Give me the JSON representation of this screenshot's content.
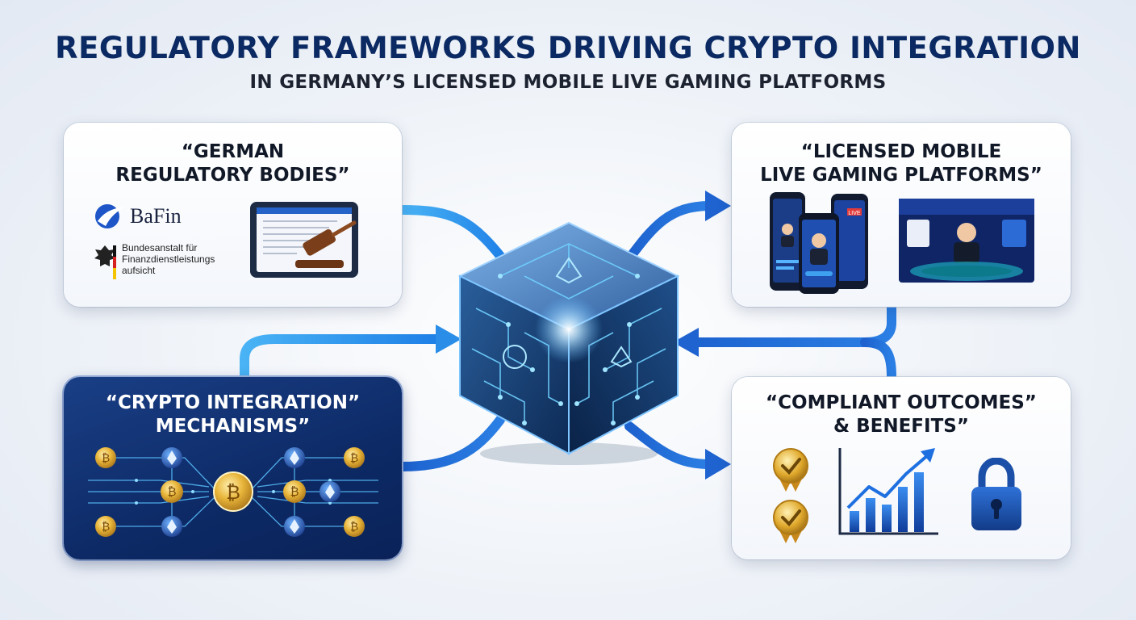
{
  "header": {
    "title": "REGULATORY FRAMEWORKS DRIVING CRYPTO INTEGRATION",
    "subtitle": "IN GERMANY’S LICENSED MOBILE LIVE GAMING PLATFORMS"
  },
  "cards": {
    "regulators": {
      "title_line1": "“GERMAN",
      "title_line2": "REGULATORY BODIES”",
      "logo_text": "BaFin",
      "authority_lines": [
        "Bundesanstalt für",
        "Finanzdienstleistungs",
        "aufsicht"
      ]
    },
    "platforms": {
      "title_line1": "“LICENSED MOBILE",
      "title_line2": "LIVE GAMING PLATFORMS”",
      "live_badge": "LIVE"
    },
    "crypto": {
      "title_line1": "“CRYPTO INTEGRATION”",
      "title_line2": "MECHANISMS”"
    },
    "outcomes": {
      "title_line1": "“COMPLIANT OUTCOMES”",
      "title_line2": "& BENEFITS”"
    }
  },
  "icons": {
    "center": "blockchain-cube-icon",
    "regulators": [
      "bafin-logo-icon",
      "german-eagle-icon",
      "gavel-tablet-icon"
    ],
    "platforms": [
      "mobile-phones-icon",
      "live-dealer-studio-icon"
    ],
    "crypto": [
      "bitcoin-coin-icon",
      "ethereum-coin-icon"
    ],
    "outcomes": [
      "approval-medal-icon",
      "growth-chart-icon",
      "padlock-icon"
    ]
  },
  "colors": {
    "title": "#0b2a63",
    "accent_blue": "#1e6fe0",
    "flow_light": "#3aa6f0",
    "flow_dark": "#1b4fb5",
    "crypto_panel": "#0d2a66",
    "coin_gold": "#e8b53a"
  }
}
